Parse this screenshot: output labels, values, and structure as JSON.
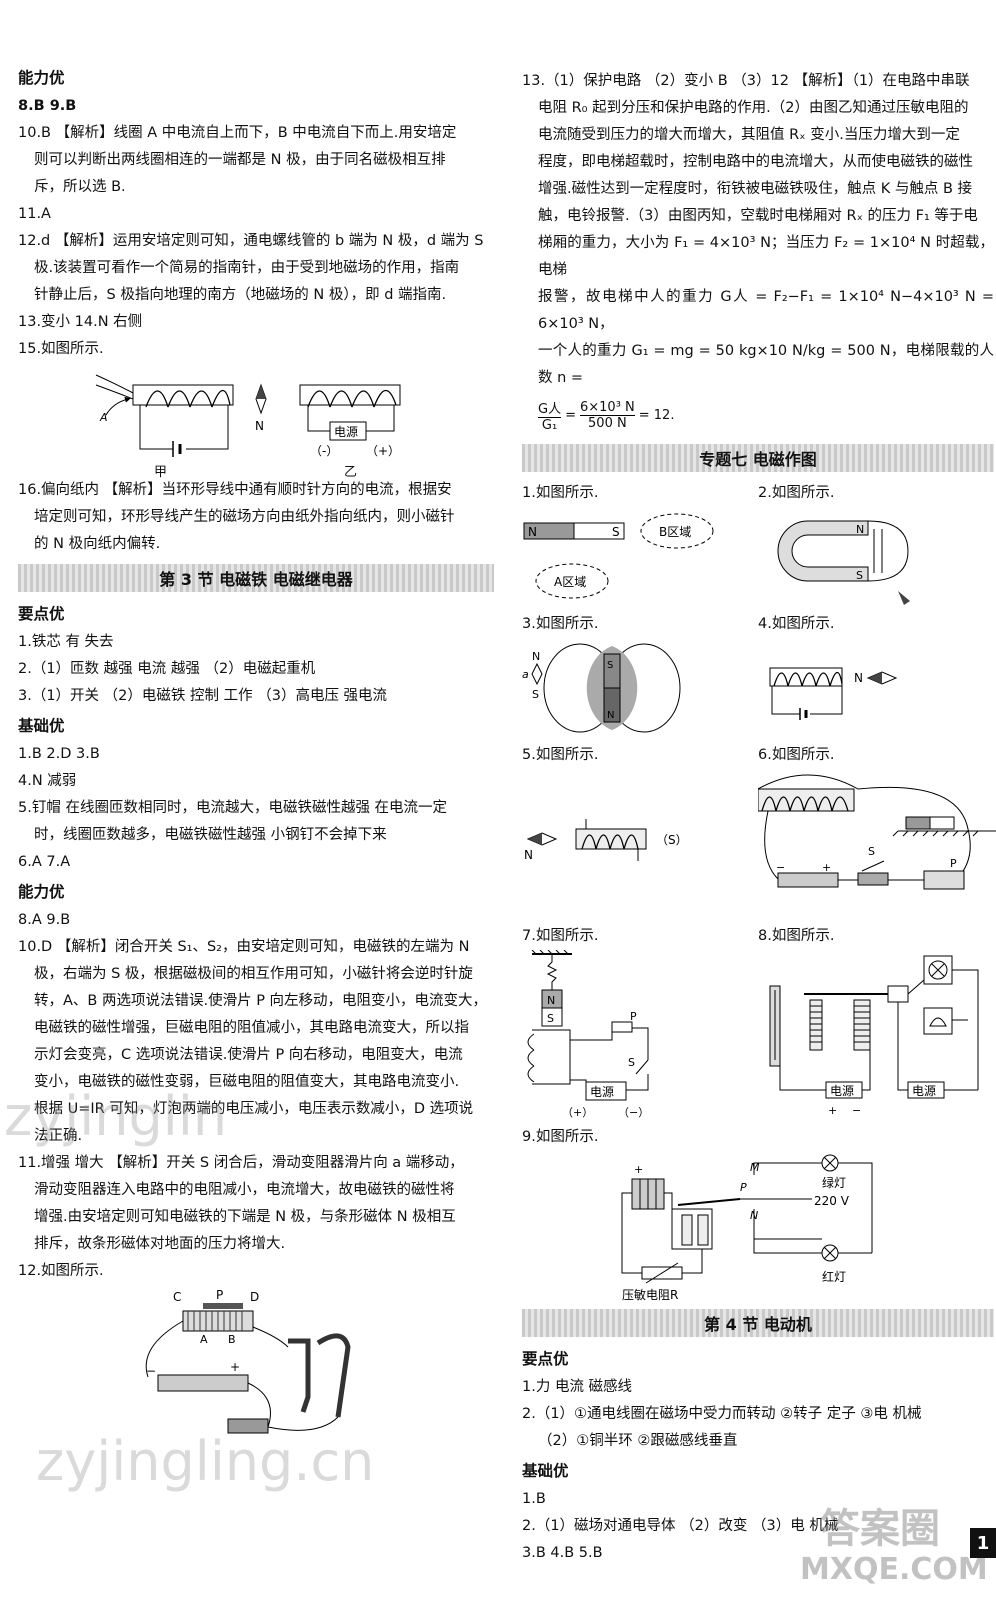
{
  "left": {
    "s1": "能力优",
    "l1": "8.B   9.B",
    "l2a": "10.B 【解析】线圈 A 中电流自上而下，B 中电流自下而上.用安培定",
    "l2b": "则可以判断出两线圈相连的一端都是 N 极，由于同名磁极相互排",
    "l2c": "斥，所以选 B.",
    "l3": "11.A",
    "l4a": "12.d 【解析】运用安培定则可知，通电螺线管的 b 端为 N 极，d 端为 S",
    "l4b": "极.该装置可看作一个简易的指南针，由于受到地磁场的作用，指南",
    "l4c": "针静止后，S 极指向地理的南方（地磁场的 N 极），即 d 端指南.",
    "l5": "13.变小   14.N   右侧",
    "l6": "15.如图所示.",
    "fig15": {
      "jia": "甲",
      "yi": "乙",
      "N": "N",
      "A": "A",
      "power": "电源",
      "minus": "（-）",
      "plus": "（+）"
    },
    "l7a": "16.偏向纸内 【解析】当环形导线中通有顺时针方向的电流，根据安",
    "l7b": "培定则可知，环形导线产生的磁场方向由纸外指向纸内，则小磁针",
    "l7c": "的 N 极向纸内偏转.",
    "band1": "第 3 节   电磁铁   电磁继电器",
    "s2": "要点优",
    "k1": "1.铁芯   有   失去",
    "k2": "2.（1）匝数   越强   电流   越强   （2）电磁起重机",
    "k3": "3.（1）开关 （2）电磁铁   控制   工作 （3）高电压   强电流",
    "s3": "基础优",
    "j1": "1.B   2.D   3.B",
    "j2": "4.N   减弱",
    "j3a": "5.钉帽   在线圈匝数相同时，电流越大，电磁铁磁性越强   在电流一定",
    "j3b": "时，线圈匝数越多，电磁铁磁性越强   小钢钉不会掉下来",
    "j4": "6.A   7.A",
    "s4": "能力优",
    "n1": "8.A   9.B",
    "n2a": "10.D 【解析】闭合开关 S₁、S₂，由安培定则可知，电磁铁的左端为 N",
    "n2b": "极，右端为 S 极，根据磁极间的相互作用可知，小磁针将会逆时针旋",
    "n2c": "转，A、B 两选项说法错误.使滑片 P 向左移动，电阻变小，电流变大，",
    "n2d": "电磁铁的磁性增强，巨磁电阻的阻值减小，其电路电流变大，所以指",
    "n2e": "示灯会变亮，C 选项说法错误.使滑片 P 向右移动，电阻变大，电流",
    "n2f": "变小，电磁铁的磁性变弱，巨磁电阻的阻值变大，其电路电流变小.",
    "n2g": "根据 U=IR 可知，灯泡两端的电压减小，电压表示数减小，D 选项说",
    "n2h": "法正确.",
    "n3a": "11.增强   增大 【解析】开关 S 闭合后，滑动变阻器滑片向 a 端移动，",
    "n3b": "滑动变阻器连入电路中的电阻减小，电流增大，故电磁铁的磁性将",
    "n3c": "增强.由安培定则可知电磁铁的下端是 N 极，与条形磁体 N 极相互",
    "n3d": "排斥，故条形磁体对地面的压力将增大.",
    "n4": "12.如图所示.",
    "fig12": {
      "C": "C",
      "P": "P",
      "D": "D",
      "A": "A",
      "B": "B",
      "minus": "−",
      "plus": "+"
    }
  },
  "right": {
    "r1a": "13.（1）保护电路 （2）变小   B  （3）12 【解析】（1）在电路中串联",
    "r1b": "电阻 R₀ 起到分压和保护电路的作用.（2）由图乙知通过压敏电阻的",
    "r1c": "电流随受到压力的增大而增大，其阻值 Rₓ 变小.当压力增大到一定",
    "r1d": "程度，即电梯超载时，控制电路中的电流增大，从而使电磁铁的磁性",
    "r1e": "增强.磁性达到一定程度时，衔铁被电磁铁吸住，触点 K 与触点 B 接",
    "r1f": "触，电铃报警.（3）由图丙知，空载时电梯厢对 Rₓ 的压力 F₁ 等于电",
    "r1g": "梯厢的重力，大小为 F₁ = 4×10³ N；当压力 F₂ = 1×10⁴ N 时超载，电梯",
    "r1h": "报警，故电梯中人的重力 G人 = F₂−F₁ = 1×10⁴ N−4×10³ N = 6×10³ N，",
    "r1i": "一个人的重力 G₁ = mg = 50 kg×10 N/kg = 500 N，电梯限载的人数 n =",
    "frac": {
      "num1": "G人",
      "den1": "G₁",
      "num2": "6×10³ N",
      "den2": "500 N",
      "res": "= 12."
    },
    "band2": "专题七   电磁作图",
    "q1": "1.如图所示.",
    "q2": "2.如图所示.",
    "fig1": {
      "N": "N",
      "S": "S",
      "a": "A区域",
      "b": "B区域"
    },
    "fig2": {
      "N": "N",
      "S": "S"
    },
    "q3": "3.如图所示.",
    "q4": "4.如图所示.",
    "fig3": {
      "N": "N",
      "S": "S",
      "a": "a",
      "N2": "N",
      "S2": "S"
    },
    "fig4": {
      "N": "N"
    },
    "q5": "5.如图所示.",
    "q6": "6.如图所示.",
    "fig5": {
      "N": "N",
      "S": "（S）"
    },
    "fig6": {
      "S": "S",
      "P": "P",
      "plus": "+",
      "minus": "−"
    },
    "q7": "7.如图所示.",
    "q8": "8.如图所示.",
    "fig7": {
      "N": "N",
      "S": "S",
      "P": "P",
      "Sw": "S",
      "power": "电源",
      "plus": "（+）",
      "minus": "（−）"
    },
    "fig8": {
      "power1": "电源",
      "power2": "电源",
      "plus": "+",
      "minus": "−"
    },
    "q9": "9.如图所示.",
    "fig9": {
      "M": "M",
      "P": "P",
      "N": "N",
      "green": "绿灯",
      "volt": "220 V",
      "red": "红灯",
      "res": "压敏电阻R",
      "plus": "+"
    },
    "band3": "第 4 节   电动机",
    "s5": "要点优",
    "e1": "1.力   电流   磁感线",
    "e2a": "2.（1）①通电线圈在磁场中受力而转动  ②转子   定子   ③电   机械",
    "e2b": "（2）①铜半环  ②跟磁感线垂直",
    "s6": "基础优",
    "f1": "1.B",
    "f2": "2.（1）磁场对通电导体 （2）改变 （3）电   机械",
    "f3": "3.B   4.B   5.B"
  },
  "watermark": {
    "w1": "zyjinglin",
    "w2": "zyjingling.cn",
    "w3": "答案圈",
    "w4": "MXQE.COM"
  },
  "page": "1"
}
